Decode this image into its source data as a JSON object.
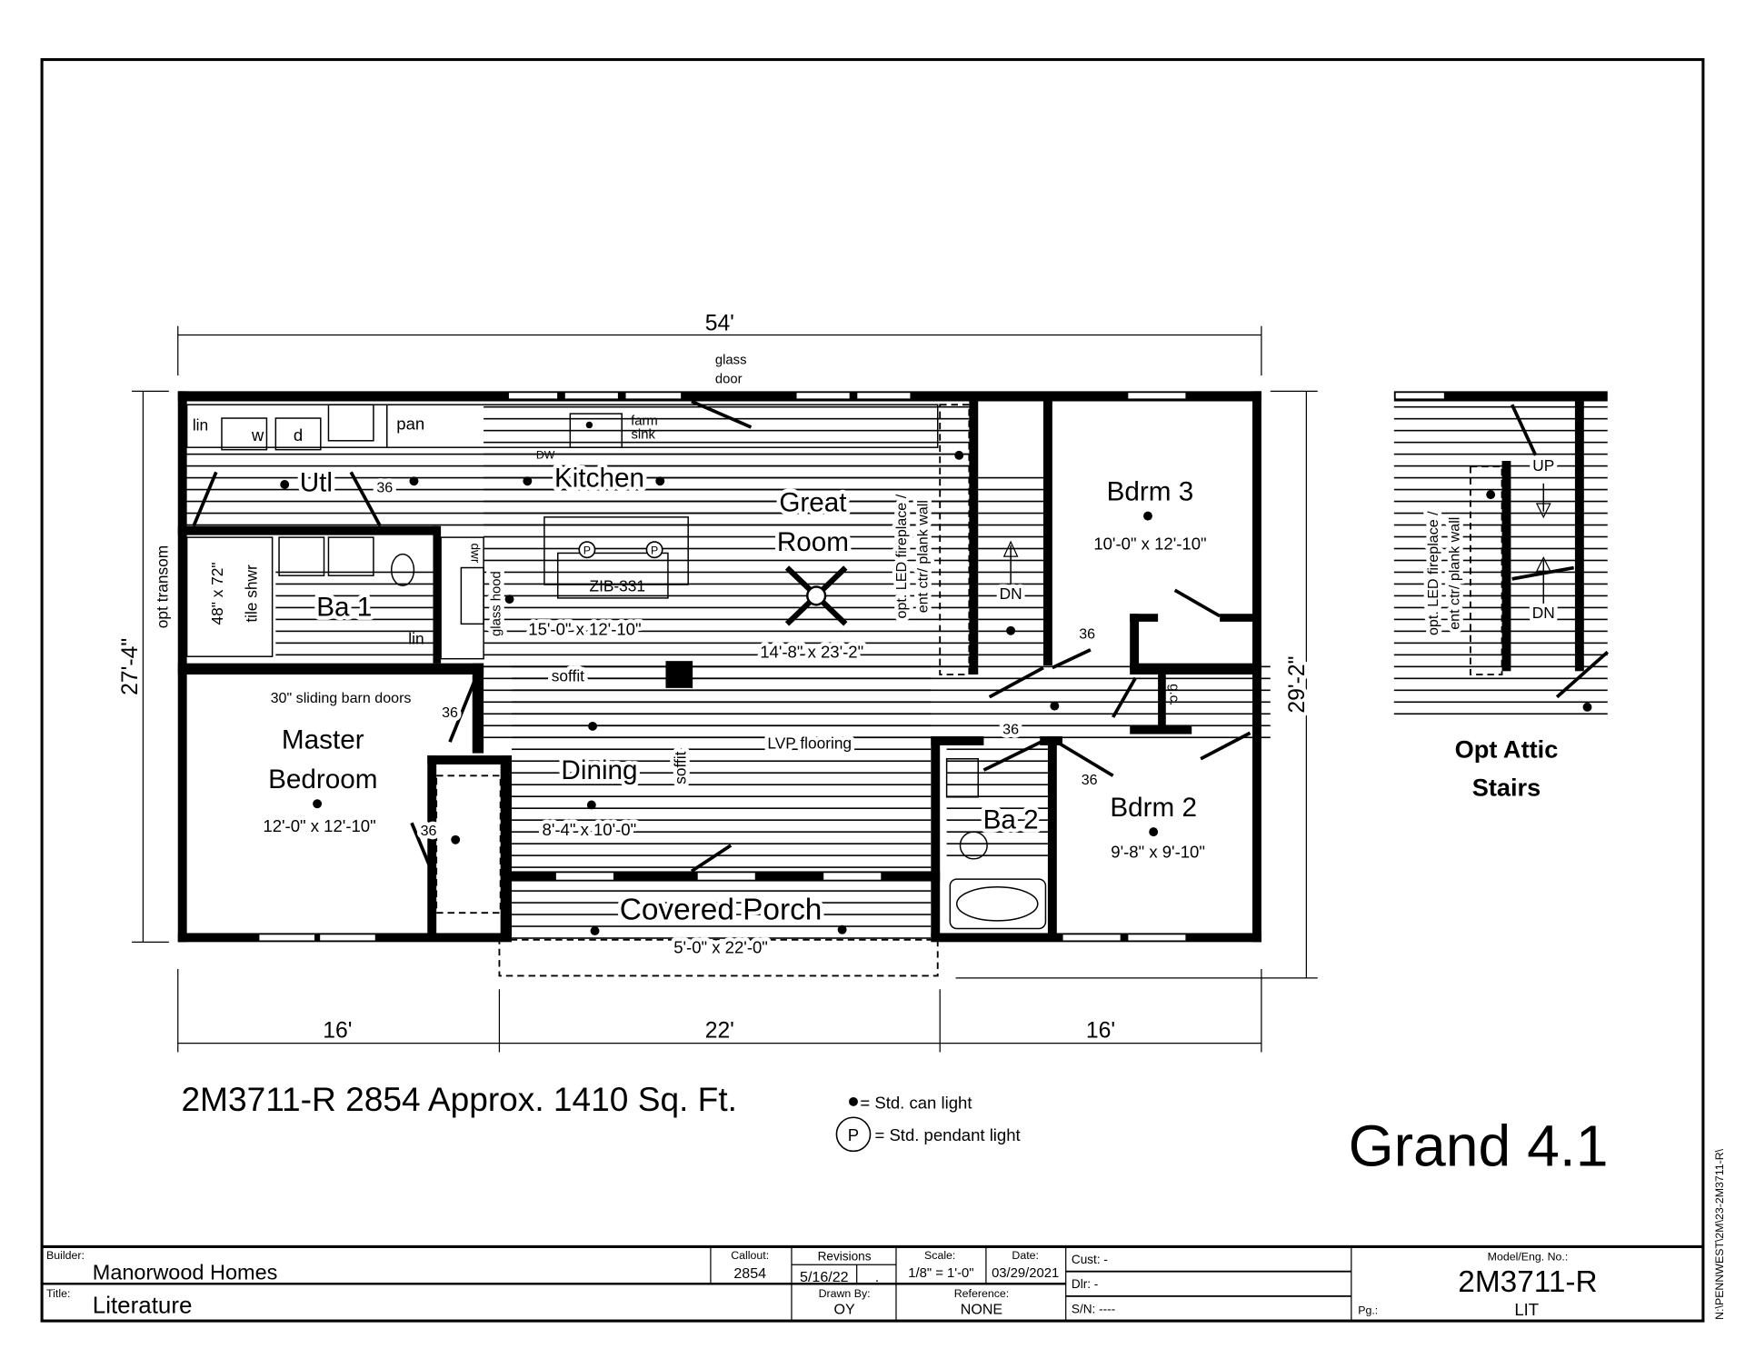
{
  "plan": {
    "overall_width": "54'",
    "overall_depth_left": "27'-4\"",
    "overall_depth_right": "29'-2\"",
    "bottom_dims": [
      "16'",
      "22'",
      "16'"
    ],
    "opt_transom": "opt transom",
    "glass_door": [
      "glass",
      "door"
    ],
    "rooms": {
      "utl": "Utl",
      "kitchen": "Kitchen",
      "kitchen_size": "15'-0\" x 12'-10\"",
      "great_room": [
        "Great",
        "Room"
      ],
      "great_room_size": "14'-8\" x 23'-2\"",
      "bdrm3": "Bdrm 3",
      "bdrm3_size": "10'-0\" x 12'-10\"",
      "ba1": "Ba 1",
      "master": [
        "Master",
        "Bedroom"
      ],
      "master_size": "12'-0\" x 12'-10\"",
      "dining": "Dining",
      "dining_size": "8'-4\" x 10'-0\"",
      "ba2": "Ba 2",
      "bdrm2": "Bdrm 2",
      "bdrm2_size": "9'-8\" x 9'-10\"",
      "porch": "Covered Porch",
      "porch_size": "5'-0\" x 22'-0\""
    },
    "fixtures": {
      "lin": "lin",
      "w": "w",
      "d": "d",
      "pan": "pan",
      "farm_sink": [
        "farm",
        "sink"
      ],
      "dw": "DW",
      "dwr": "dwr",
      "glass_hood": "glass hood",
      "island": "ZIB-331",
      "pendant": "P",
      "shower": [
        "48\" x 72\"",
        "tile shwr"
      ],
      "lin2": "lin",
      "barn_doors": "30\" sliding barn doors",
      "soffit": "soffit",
      "soffit_vertical": "soffit",
      "lvp": "LVP flooring",
      "fireplace": [
        "opt. LED fireplace /",
        "ent ctr/ plank wall"
      ],
      "dn": "DN",
      "gc": "g.c.",
      "door_36": "36"
    },
    "attic": {
      "title": [
        "Opt Attic",
        "Stairs"
      ],
      "up": "UP",
      "dn": "DN",
      "fireplace": [
        "opt. LED fireplace /",
        "ent ctr/ plank wall"
      ]
    }
  },
  "summary": "2M3711-R 2854  Approx. 1410 Sq. Ft.",
  "legend": {
    "can_light": "= Std. can light",
    "pendant_symbol": "P",
    "pendant_light": "= Std. pendant light"
  },
  "model_name": "Grand 4.1",
  "file_path": "N:\\PENNWEST\\2M\\23-2M3711-R\\",
  "title_block": {
    "builder_label": "Builder:",
    "builder": "Manorwood Homes",
    "title_label": "Title:",
    "title": "Literature",
    "callout_label": "Callout:",
    "callout": "2854",
    "revisions_label": "Revisions",
    "revision": "5/16/22",
    "revision2": ".",
    "scale_label": "Scale:",
    "scale": "1/8\" = 1'-0\"",
    "date_label": "Date:",
    "date": "03/29/2021",
    "drawn_by_label": "Drawn By:",
    "drawn_by": "OY",
    "reference_label": "Reference:",
    "reference": "NONE",
    "cust": "Cust: -",
    "dlr": "Dlr:  -",
    "sn": "S/N:  ----",
    "model_label": "Model/Eng. No.:",
    "model": "2M3711-R",
    "pg_label": "Pg.:",
    "pg": "LIT"
  }
}
